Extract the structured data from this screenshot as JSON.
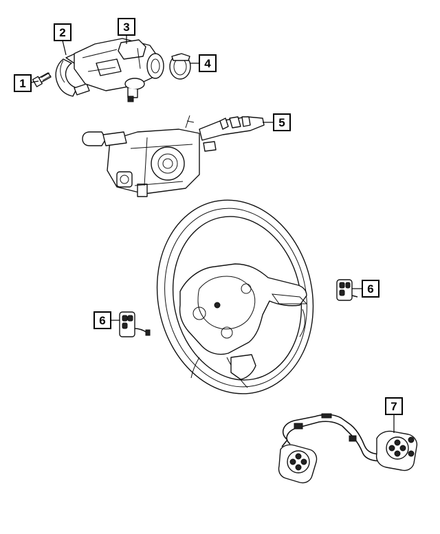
{
  "callouts": [
    {
      "id": "callout-1",
      "label": "1"
    },
    {
      "id": "callout-2",
      "label": "2"
    },
    {
      "id": "callout-3",
      "label": "3"
    },
    {
      "id": "callout-4",
      "label": "4"
    },
    {
      "id": "callout-5",
      "label": "5"
    },
    {
      "id": "callout-6a",
      "label": "6"
    },
    {
      "id": "callout-6b",
      "label": "6"
    },
    {
      "id": "callout-7",
      "label": "7"
    }
  ]
}
